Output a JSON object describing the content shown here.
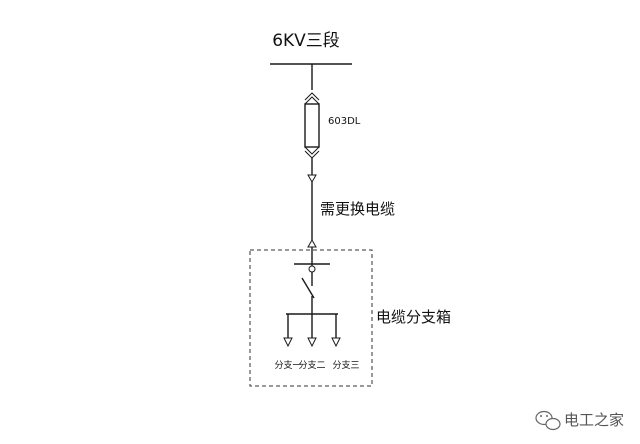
{
  "busbar": {
    "label": "6KV三段"
  },
  "breaker": {
    "label": "603DL"
  },
  "cable": {
    "label": "需更换电缆"
  },
  "branch_box": {
    "label": "电缆分支箱",
    "branches": [
      {
        "label": "分支一"
      },
      {
        "label": "分支二"
      },
      {
        "label": "分支三"
      }
    ]
  },
  "watermark": {
    "text": "电工之家"
  },
  "colors": {
    "line": "#1a1a1a",
    "box_border": "#333333",
    "background": "#ffffff"
  }
}
